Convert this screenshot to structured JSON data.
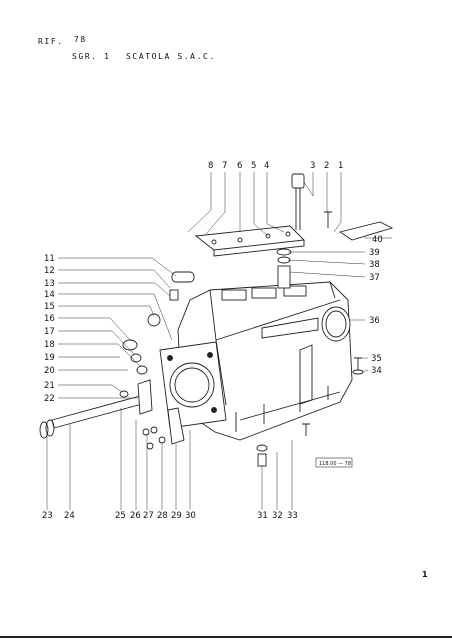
{
  "header": {
    "rif_label": "RIF.",
    "rif_value": "78",
    "sgr_label": "SGR. 1",
    "title": "SCATOLA S.A.C."
  },
  "figure": {
    "callouts_top": [
      "8",
      "7",
      "6",
      "5",
      "4",
      "3",
      "2",
      "1"
    ],
    "callouts_left": [
      "11",
      "12",
      "13",
      "14",
      "15",
      "16",
      "17",
      "18",
      "19",
      "20",
      "21",
      "22"
    ],
    "callouts_right": [
      "40",
      "39",
      "38",
      "37",
      "36",
      "35",
      "34"
    ],
    "callouts_bottom": [
      "23",
      "24",
      "25",
      "26",
      "27",
      "28",
      "29",
      "30",
      "31",
      "32",
      "33"
    ],
    "drawing_code": "118.00 — 78"
  },
  "footer": {
    "page_marker": "1"
  }
}
